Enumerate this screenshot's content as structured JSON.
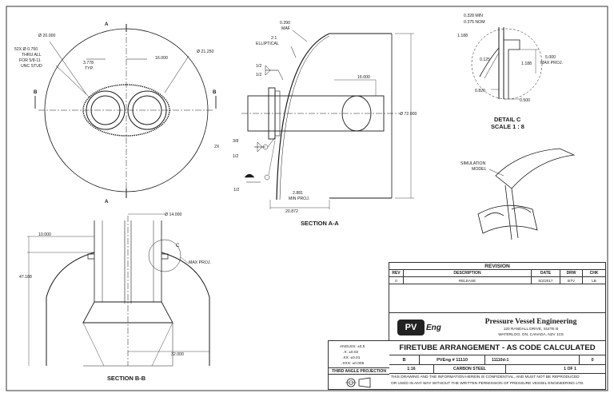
{
  "views": {
    "main_top": {
      "letter_a_top": "A",
      "letter_a_bottom": "A",
      "letter_b_left": "B",
      "letter_b_right": "B",
      "dim_dia_20": "Ø 20.000",
      "stud_note": [
        "52X  Ø 0.750",
        "THRU ALL",
        "FOR 5/8-11",
        "UNC STUD"
      ],
      "dim_3778": [
        "3.778",
        "TYP."
      ],
      "dim_16_top": "16.000",
      "dim_dia_21": "Ø 21.250"
    },
    "section_aa": {
      "caption": "SECTION A-A",
      "dim_0390": [
        "0.390",
        "MAF"
      ],
      "elliptical": [
        "2:1",
        "ELLIPTICAL"
      ],
      "weld_half_1": [
        "1/2",
        "1/2"
      ],
      "dim_16_mid": "16.000",
      "dim_dia_72": "Ø 72.000",
      "weld_2x": [
        "2X",
        "3/8",
        "1/2"
      ],
      "weld_half_bottom": "1/2",
      "dim_2881": [
        "2.881",
        "MIN PROJ."
      ],
      "dim_20872": "20.872"
    },
    "detail_c": {
      "caption": [
        "DETAIL C",
        "SCALE 1 : 8"
      ],
      "dim_0328": [
        "0.328 MIN",
        "0.375 NOM"
      ],
      "dim_1188_a": "1.188",
      "dim_0125": "0.125",
      "dim_1188_b": "1.188",
      "dim_5000": [
        "5.000",
        "MAX PROJ."
      ],
      "dim_0820": "0.820",
      "dim_0500": "0.500"
    },
    "simulation": {
      "label": [
        "SIMULATION",
        "MODEL"
      ]
    },
    "section_bb": {
      "caption": "SECTION B-B",
      "dim_dia_14": "Ø 14.000",
      "dim_10": "10.000",
      "dim_47188": "47.188",
      "detail_letter": "C",
      "max_proj": "MAX PROJ.",
      "dim_32": "32.000"
    }
  },
  "title_block": {
    "revision": {
      "heading": "REVISION",
      "columns": [
        "REV",
        "DESCRIPTION",
        "DATE",
        "DRW",
        "CHK"
      ],
      "rows": [
        {
          "rev": "0",
          "description": "RELEASE",
          "date": "6/2/2017",
          "drw": "BTV",
          "chk": "LB"
        }
      ]
    },
    "company": {
      "logo_pv": "PV",
      "logo_eng": "Eng",
      "name": "Pressure Vessel Engineering",
      "address1": "120 RANDALL DRIVE, SUITE B",
      "address2": "WATERLOO, ON, CANADA, N2V 1C6"
    },
    "tolerances": {
      "angles": "ANGLES: ±0.5",
      "x": ".X: ±0.02",
      "xx": ".XX: ±0.01",
      "xxx": ".XXX: ±0.005"
    },
    "title": "FIRETUBE ARRANGEMENT - AS CODE CALCULATED",
    "size": "B",
    "job": "PVEng # 11110",
    "dwg_no": "11110d-1",
    "rev": "0",
    "projection": "THIRD ANGLE PROJECTION",
    "scale": "1:16",
    "material": "CARBON STEEL",
    "sheet": "1 OF 1",
    "confidential": [
      "THIS DRAWING AND THE INFORMATION HEREIN IS CONFIDENTIAL, AND MUST NOT BE REPRODUCED",
      "OR USED IN ANY WAY WITHOUT THE WRITTEN PERMISSION OF PRESSURE VESSEL ENGINEERING LTD."
    ]
  },
  "colors": {
    "line": "#1a1a1a",
    "logo_bg": "#222222",
    "logo_text": "#ffffff",
    "border": "#333333"
  }
}
